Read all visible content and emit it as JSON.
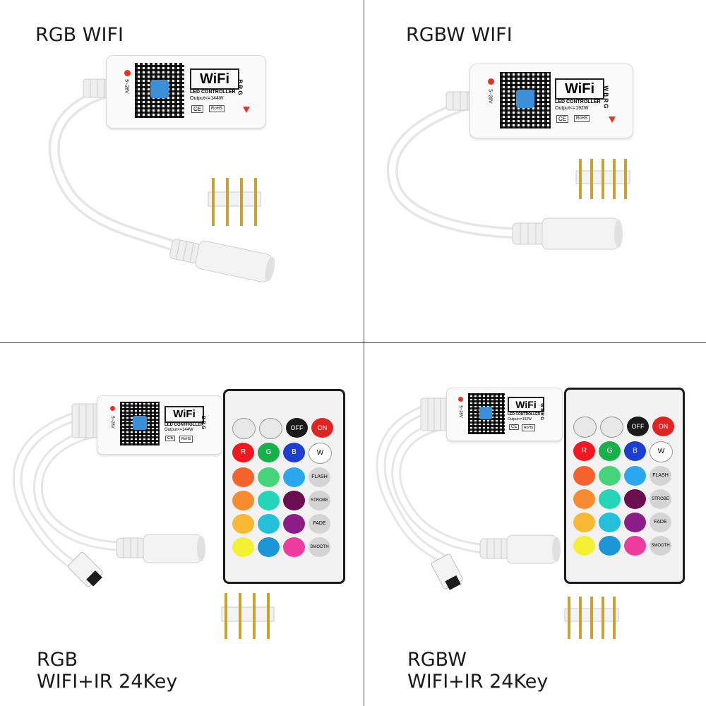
{
  "panels": [
    {
      "caption_lines": [
        "RGB WIFI"
      ],
      "controller": {
        "wifi_mark": "WiFi",
        "subtitle": "LED CONTROLLER",
        "output": "Output<=144W",
        "voltage": "5~28V",
        "pins": "B R G"
      }
    },
    {
      "caption_lines": [
        "RGBW WIFI"
      ],
      "controller": {
        "wifi_mark": "WiFi",
        "subtitle": "LED CONTROLLER",
        "output": "Output<=192W",
        "voltage": "5~28V",
        "pins": "W B R G"
      }
    },
    {
      "caption_lines": [
        "RGB",
        "WIFI+IR 24Key"
      ],
      "controller": {
        "wifi_mark": "WiFi",
        "subtitle": "LED CONTROLLER",
        "output": "Output<=144W",
        "voltage": "5~28V",
        "pins": "B R G"
      }
    },
    {
      "caption_lines": [
        "RGBW",
        "WIFI+IR 24Key"
      ],
      "controller": {
        "wifi_mark": "WiFi",
        "subtitle": "LED CONTROLLER",
        "output": "Output<=192W",
        "voltage": "5~28V",
        "pins": "W B R G"
      }
    }
  ],
  "remote": {
    "keys": [
      "OFF",
      "ON",
      "R",
      "G",
      "B",
      "W",
      "FLASH",
      "STROBE",
      "FADE",
      "SMOOTH"
    ],
    "colors": {
      "row2": [
        "#f0181e",
        "#18b04a",
        "#1c3fcf"
      ],
      "row3": [
        "#f4622e",
        "#46d47a",
        "#2aa7ef"
      ],
      "row4": [
        "#f58c2f",
        "#25d5b8",
        "#6b0e4f"
      ],
      "row5": [
        "#f7b833",
        "#24bfd9",
        "#8c1d86"
      ],
      "row6": [
        "#f4f135",
        "#1c96d6",
        "#ee3c9e"
      ]
    }
  },
  "cert_marks": [
    "CE",
    "RoHS"
  ]
}
